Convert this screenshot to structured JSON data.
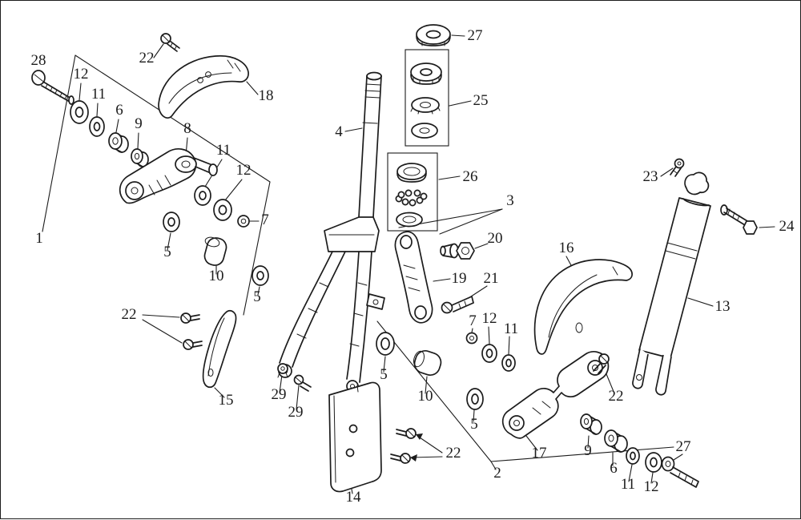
{
  "colors": {
    "ink": "#1c1c1c",
    "paper": "#ffffff"
  },
  "labels": [
    "28",
    "12",
    "11",
    "6",
    "9",
    "22",
    "18",
    "8",
    "11",
    "12",
    "7",
    "1",
    "5",
    "10",
    "5",
    "4",
    "27",
    "25",
    "26",
    "3",
    "20",
    "19",
    "21",
    "23",
    "24",
    "16",
    "13",
    "22",
    "15",
    "29",
    "29",
    "5",
    "10",
    "5",
    "7",
    "12",
    "11",
    "22",
    "17",
    "9",
    "6",
    "11",
    "12",
    "27",
    "2",
    "22",
    "14"
  ]
}
